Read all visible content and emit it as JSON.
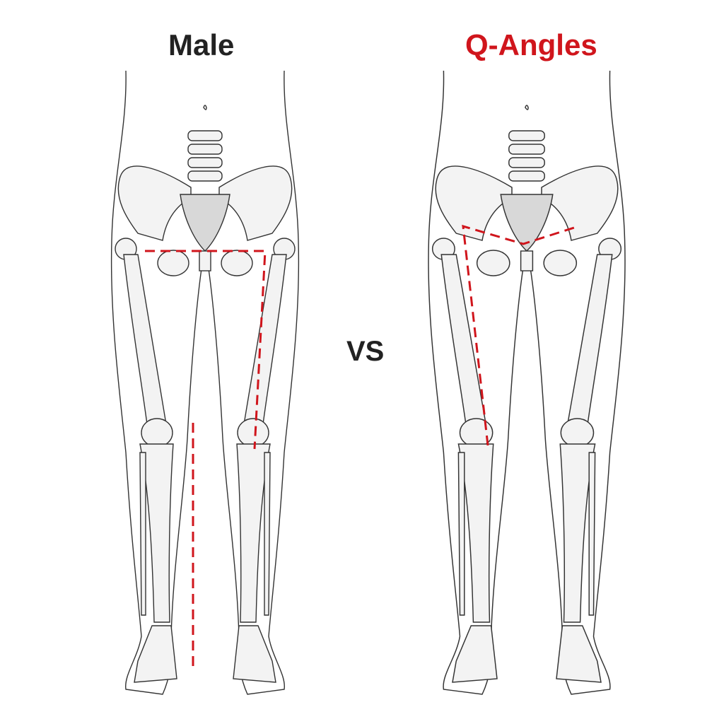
{
  "labels": {
    "left_title": "Male",
    "right_title": "Q-Angles",
    "versus": "VS"
  },
  "colors": {
    "accent": "#d0151c",
    "text": "#222222",
    "line": "#333333",
    "bone_fill": "#f2f2f2"
  }
}
